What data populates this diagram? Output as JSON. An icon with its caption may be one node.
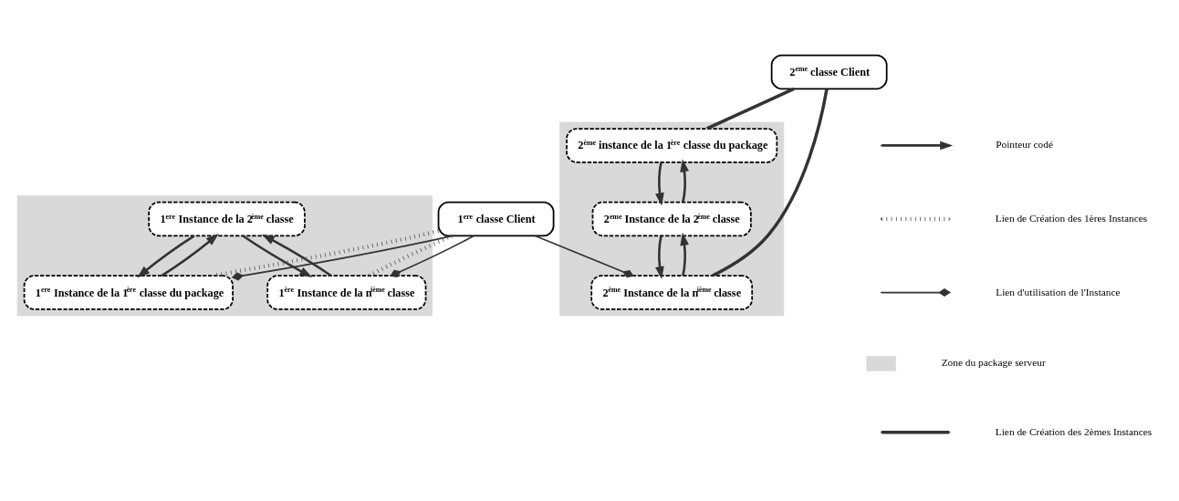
{
  "diagram": {
    "nodes": [
      {
        "text": [],
        "shape": "box"
      },
      {
        "text": [
          "1$^{ere}$ Instance de la 2$^{ème}$ classe"
        ],
        "in": 0
      },
      {
        "text": [
          "1$^{ere}$ Instance de la 1$^{ère}$ classe du package"
        ],
        "in": 0
      },
      {
        "text": [
          "1$^{ère}$ Instance de la n$^{ième}$ classe"
        ],
        "in": 0
      },
      {
        "text": [
          "1$^{ere}$ classe Client"
        ]
      },
      {
        "text": [],
        "shape": "box"
      },
      {
        "text": [
          "2$^{ème}$ instance de la 1$^{ère}$ classe du package"
        ],
        "in": 5
      },
      {
        "text": [
          "2$^{eme}$ Instance de la 2$^{ème}$ classe"
        ],
        "in": 5
      },
      {
        "text": [
          "2$^{ème}$ Instance de la n$^{ième}$ classe"
        ],
        "in": 5
      },
      {
        "text": [
          "2$^{eme}$ classe Client"
        ]
      }
    ],
    "edges": [
      {
        "from": 2,
        "to": 1,
        "arrow": "to"
      },
      {
        "from": 1,
        "to": 2,
        "arrow": "to"
      },
      {
        "from": 1,
        "to": 3,
        "arrow": "to"
      },
      {
        "from": 3,
        "to": 1,
        "arrow": "to"
      },
      {
        "from": 4,
        "to": 3,
        "arrow": "none",
        "style": "dashed",
        "color": "#606060"
      },
      {
        "from": 4,
        "to": 2,
        "arrow": "none",
        "style": "dashed",
        "color": "#606060"
      },
      {
        "from": 4,
        "to": 2,
        "arrow": "other"
      },
      {
        "from": 4,
        "to": 3,
        "arrow": "other"
      },
      {
        "from": 4,
        "to": 8,
        "arrow": "other"
      },
      {
        "from": 6,
        "to": 7,
        "arrow": "to"
      },
      {
        "from": 7,
        "to": 6,
        "arrow": "to"
      },
      {
        "from": 8,
        "to": 7,
        "arrow": "to"
      },
      {
        "from": 7,
        "to": 8,
        "arrow": "to"
      },
      {
        "from": 9,
        "to": 6,
        "arrow": "none"
      },
      {
        "from": 9,
        "to": 8,
        "arrow": "none"
      }
    ],
    "legend": [
      {
        "text": "Pointeur codé"
      },
      {
        "text": "Lien de Création des 1ères Instances"
      },
      {
        "text": "Lien d'utilisation de l'Instance"
      },
      {
        "text": "Zone du package serveur",
        "color": "#d9d9d9"
      },
      {
        "text": "Lien de Création des 2èmes Instances"
      }
    ]
  }
}
